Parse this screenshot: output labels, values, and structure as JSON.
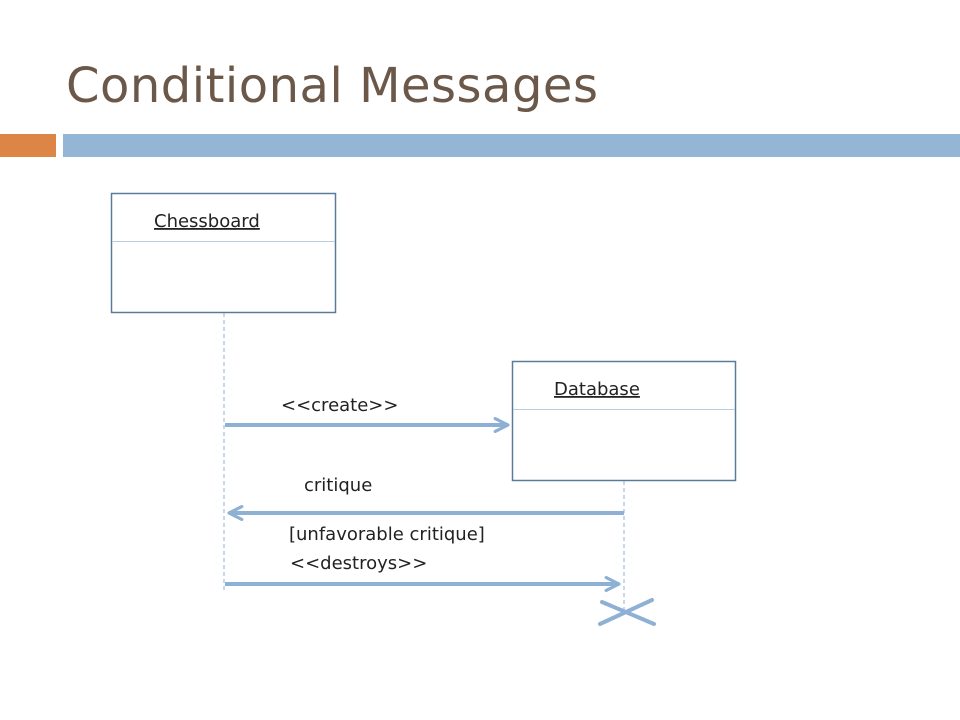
{
  "slide": {
    "title": "Conditional Messages"
  },
  "diagram": {
    "objects": [
      {
        "name": "Chessboard"
      },
      {
        "name": "Database"
      }
    ],
    "messages": [
      {
        "label": "<<create>>"
      },
      {
        "label": "critique"
      },
      {
        "guard": "[unfavorable critique]",
        "label": "<<destroys>>"
      }
    ],
    "colors": {
      "arrow": "#8eb0d4",
      "box_border": "#5b7a9b",
      "lifeline": "#8eb0d4",
      "title": "#6b5849",
      "accent_orange": "#dd8447",
      "accent_blue": "#94b5d3"
    }
  }
}
